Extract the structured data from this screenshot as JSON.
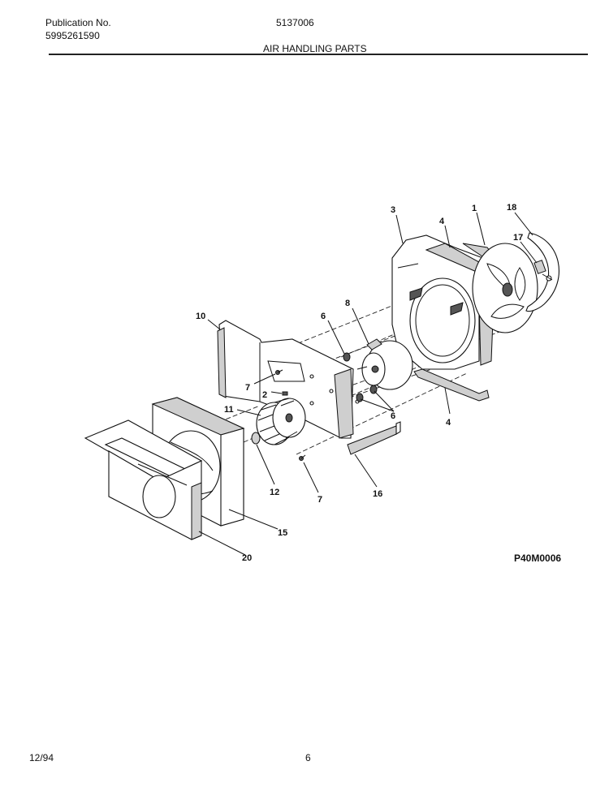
{
  "header": {
    "publication_label": "Publication No.",
    "publication_number": "5995261590",
    "model_number": "5137006",
    "section_title": "AIR HANDLING PARTS"
  },
  "diagram": {
    "callouts": {
      "p1": "1",
      "p2": "2",
      "p3": "3",
      "p4a": "4",
      "p4b": "4",
      "p6a": "6",
      "p6b": "6",
      "p7a": "7",
      "p7b": "7",
      "p8": "8",
      "p10": "10",
      "p11": "11",
      "p12": "12",
      "p15": "15",
      "p16": "16",
      "p17": "17",
      "p18": "18",
      "p20": "20"
    },
    "drawing_code": "P40M0006"
  },
  "footer": {
    "date": "12/94",
    "page": "6"
  }
}
